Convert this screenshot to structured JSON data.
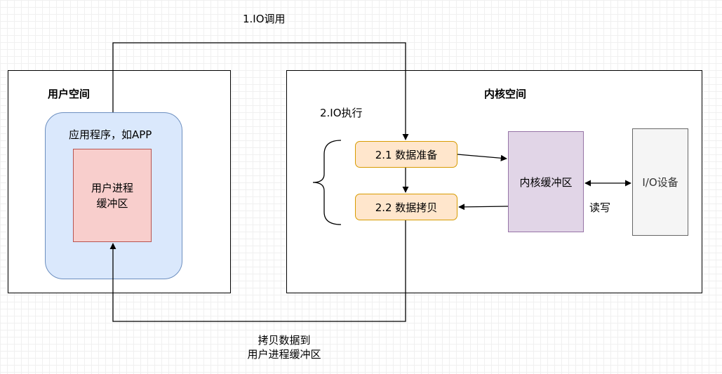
{
  "user_space": {
    "title": "用户空间"
  },
  "app": {
    "label": "应用程序，如APP"
  },
  "user_buffer": {
    "label_line1": "用户进程",
    "label_line2": "缓冲区"
  },
  "kernel_space": {
    "title": "内核空间"
  },
  "io_exec": {
    "label": "2.IO执行"
  },
  "steps": [
    {
      "label": "2.1 数据准备"
    },
    {
      "label": "2.2 数据拷贝"
    }
  ],
  "kernel_buffer": {
    "label": "内核缓冲区"
  },
  "io_device": {
    "label": "I/O设备"
  },
  "read_write": {
    "label": "读写"
  },
  "io_call": {
    "label": "1.IO调用"
  },
  "copy_data": {
    "label_line1": "拷贝数据到",
    "label_line2": "用户进程缓冲区"
  },
  "colors": {
    "app_fill": "#dae8fc",
    "app_stroke": "#6c8ebf",
    "user_buffer_fill": "#f8cecc",
    "user_buffer_stroke": "#b85450",
    "step_fill": "#ffe6cc",
    "step_stroke": "#d79b00",
    "kernel_buffer_fill": "#e1d5e7",
    "kernel_buffer_stroke": "#9673a6",
    "io_device_fill": "#f5f5f5",
    "io_device_stroke": "#666666"
  }
}
